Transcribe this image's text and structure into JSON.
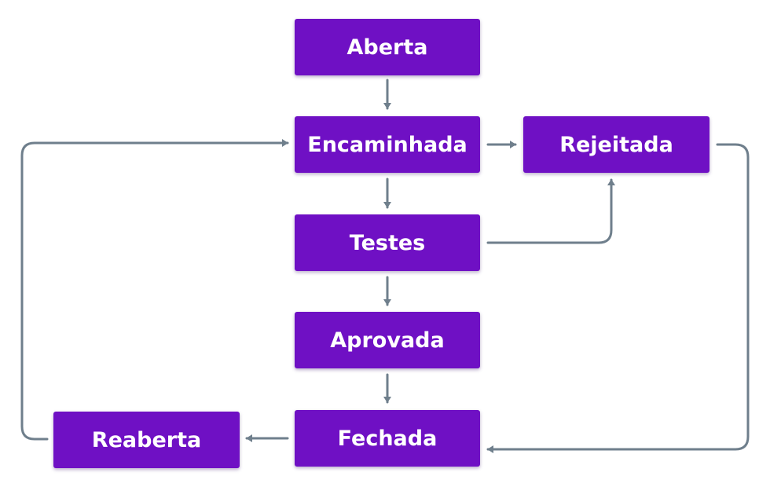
{
  "diagram": {
    "nodes": {
      "aberta": "Aberta",
      "encaminhada": "Encaminhada",
      "rejeitada": "Rejeitada",
      "testes": "Testes",
      "aprovada": "Aprovada",
      "fechada": "Fechada",
      "reaberta": "Reaberta"
    },
    "edges": [
      {
        "from": "Aberta",
        "to": "Encaminhada"
      },
      {
        "from": "Encaminhada",
        "to": "Rejeitada"
      },
      {
        "from": "Encaminhada",
        "to": "Testes"
      },
      {
        "from": "Testes",
        "to": "Rejeitada"
      },
      {
        "from": "Testes",
        "to": "Aprovada"
      },
      {
        "from": "Aprovada",
        "to": "Fechada"
      },
      {
        "from": "Fechada",
        "to": "Reaberta"
      },
      {
        "from": "Reaberta",
        "to": "Encaminhada"
      },
      {
        "from": "Rejeitada",
        "to": "Fechada"
      }
    ],
    "colors": {
      "node_fill": "#6f10c4",
      "node_text": "#ffffff",
      "connector": "#6f7f8c",
      "background": "#ffffff"
    }
  }
}
